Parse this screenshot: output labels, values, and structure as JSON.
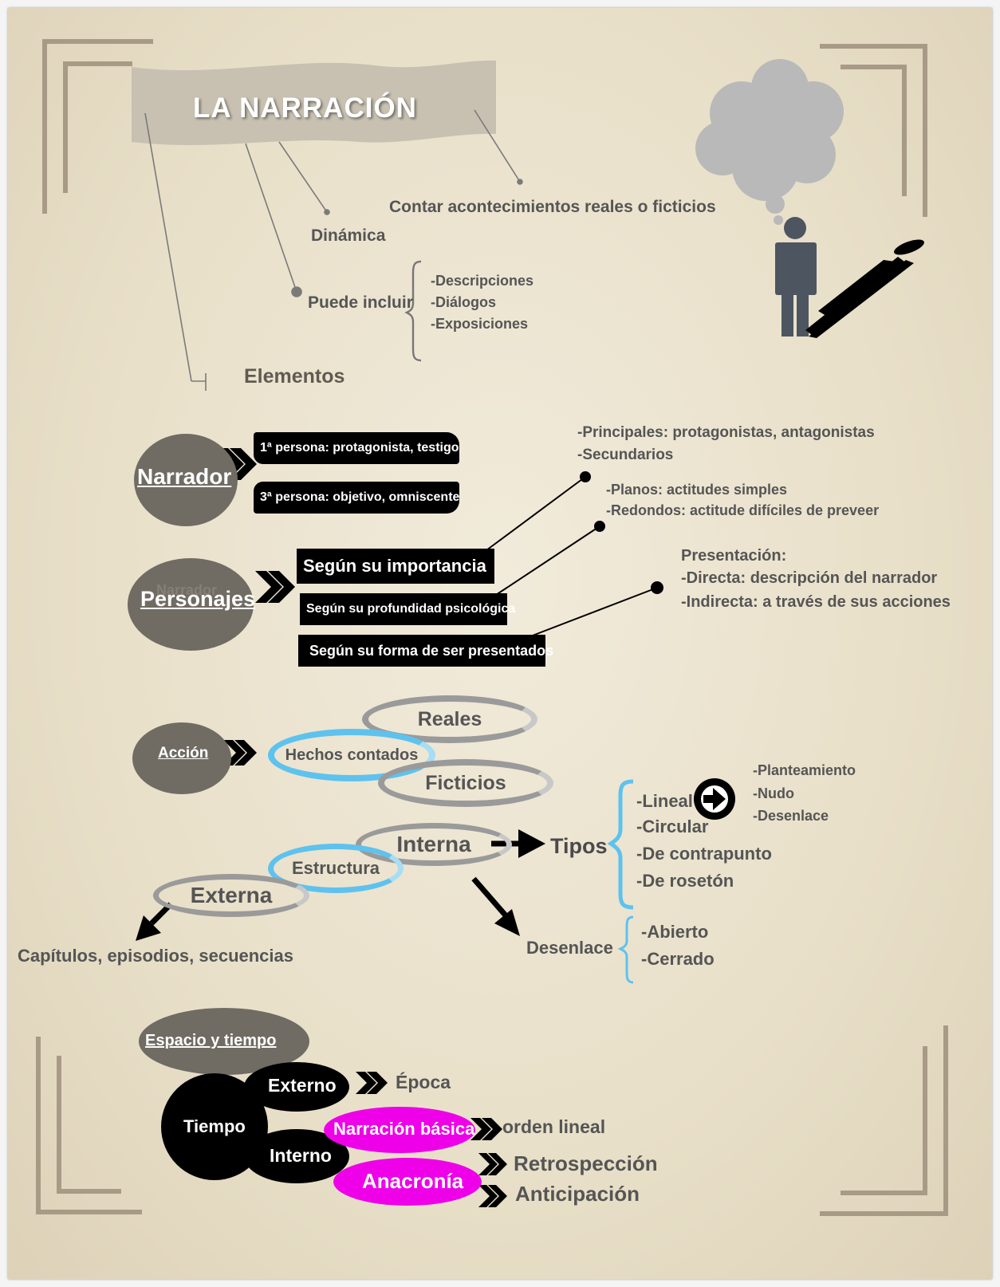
{
  "title": "LA NARRACIÓN",
  "definition": "Contar acontecimientos reales o ficticios",
  "dynamic": "Dinámica",
  "may_include": {
    "label": "Puede incluir",
    "items": [
      "-Descripciones",
      "-Diálogos",
      "-Exposiciones"
    ]
  },
  "elements_label": "Elementos",
  "narrador": {
    "label": "Narrador",
    "options": [
      "1ª persona: protagonista, testigo",
      "3ª persona: objetivo, omniscente"
    ]
  },
  "personajes": {
    "label": "Personajes",
    "ghost": "Narrador",
    "criteria": [
      "Según su importancia",
      "Según su profundidad psicológica",
      "Según su forma de ser presentados"
    ],
    "importance": [
      "-Principales: protagonistas, antagonistas",
      "-Secundarios"
    ],
    "depth": [
      "-Planos: actitudes simples",
      "-Redondos: actitude difíciles de preveer"
    ],
    "presentation": [
      "Presentación:",
      "-Directa: descripción del narrador",
      "-Indirecta: a través de sus acciones"
    ]
  },
  "accion": {
    "label": "Acción",
    "facts": "Hechos contados",
    "real": "Reales",
    "fictional": "Ficticios",
    "structure": "Estructura",
    "internal": "Interna",
    "external": "Externa",
    "external_desc": "Capítulos, episodios, secuencias",
    "types_label": "Tipos",
    "types": [
      "-Lineal",
      "-Circular",
      "-De contrapunto",
      "-De rosetón"
    ],
    "linear_parts": [
      "-Planteamiento",
      "-Nudo",
      "-Desenlace"
    ],
    "ending_label": "Desenlace",
    "endings": [
      "-Abierto",
      "-Cerrado"
    ]
  },
  "espacio_tiempo": {
    "label": "Espacio y tiempo",
    "time": "Tiempo",
    "external": "Externo",
    "epoch": "Época",
    "internal": "Interno",
    "basic": "Narración básica",
    "linear_order": "orden lineal",
    "anachrony": "Anacronía",
    "retro": "Retrospección",
    "anticip": "Anticipación"
  },
  "colors": {
    "magenta": "#ee00e8",
    "cyan": "#5ec2ee",
    "oval_grey": "#706b63",
    "cloud": "#b9b9b9",
    "person": "#4d5560"
  }
}
